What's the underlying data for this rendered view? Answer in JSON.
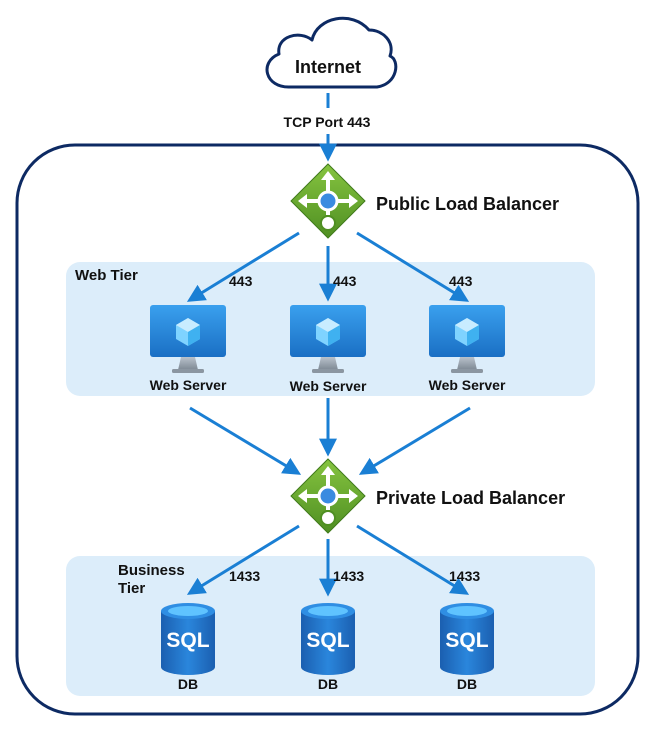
{
  "internet": {
    "label": "Internet"
  },
  "edge_label": "TCP Port 443",
  "public_lb": {
    "label": "Public Load Balancer"
  },
  "web_tier": {
    "label": "Web Tier",
    "port": "443",
    "servers": [
      {
        "label": "Web Server"
      },
      {
        "label": "Web Server"
      },
      {
        "label": "Web Server"
      }
    ]
  },
  "private_lb": {
    "label": "Private Load Balancer"
  },
  "business_tier": {
    "label_line1": "Business",
    "label_line2": "Tier",
    "port": "1433",
    "databases": [
      {
        "label": "DB",
        "icon_text": "SQL"
      },
      {
        "label": "DB",
        "icon_text": "SQL"
      },
      {
        "label": "DB",
        "icon_text": "SQL"
      }
    ]
  },
  "colors": {
    "arrow": "#1a7fd4",
    "tier_bg": "#dcedfa",
    "outer_border": "#0d2a63",
    "lb_green": "#5c9e2e",
    "monitor_blue": "#2f8fe0",
    "sql_blue": "#1e6fc8"
  }
}
